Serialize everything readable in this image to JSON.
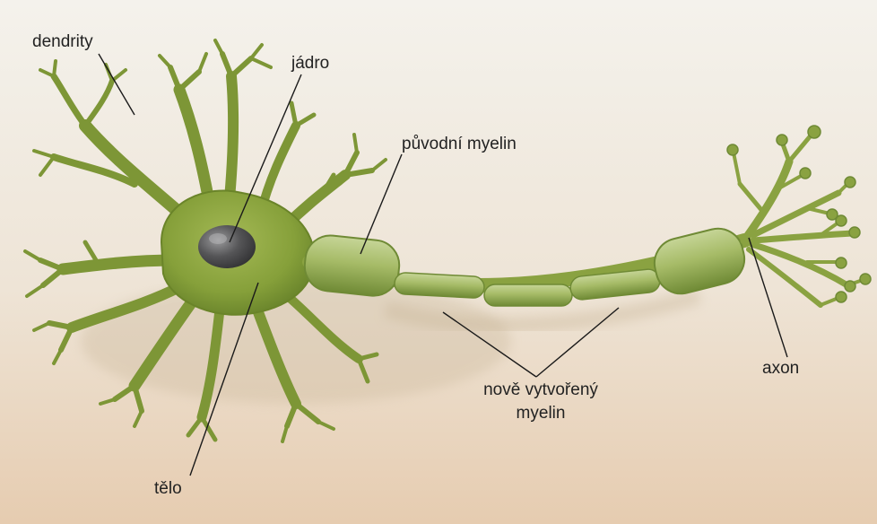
{
  "labels": {
    "dendrites": "dendrity",
    "nucleus": "jádro",
    "original_myelin": "původní myelin",
    "new_myelin_line1": "nově vytvořený",
    "new_myelin_line2": "myelin",
    "axon": "axon",
    "body": "tělo"
  },
  "colors": {
    "neuron_fill": "#8fa640",
    "neuron_dark": "#5c7424",
    "myelin_fill": "#a3b865",
    "nucleus": "#4d4d4f",
    "pointer_line": "#1a1a1a",
    "background_top": "#f4f1ea",
    "background_bottom": "#e6cfb5"
  }
}
